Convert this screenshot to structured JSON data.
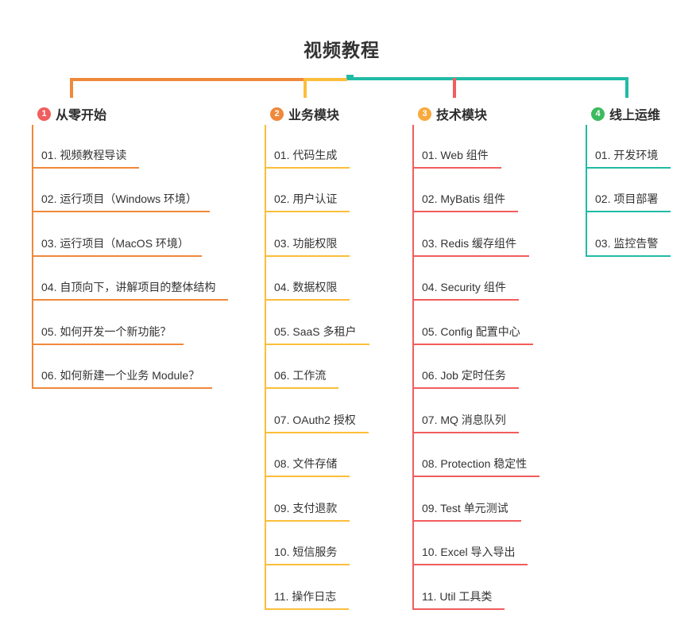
{
  "title": "视频教程",
  "branches": [
    {
      "number": "1",
      "label": "从零开始",
      "badge_color": "#F25D5D",
      "line_color": "#F0883A",
      "items": [
        "01. 视频教程导读",
        "02. 运行项目（Windows 环境）",
        "03. 运行项目（MacOS 环境）",
        "04. 自顶向下，讲解项目的整体结构",
        "05. 如何开发一个新功能？",
        "06. 如何新建一个业务 Module？"
      ]
    },
    {
      "number": "2",
      "label": "业务模块",
      "badge_color": "#F0883A",
      "line_color": "#FBBE3A",
      "items": [
        "01. 代码生成",
        "02. 用户认证",
        "03. 功能权限",
        "04. 数据权限",
        "05. SaaS 多租户",
        "06. 工作流",
        "07. OAuth2 授权",
        "08. 文件存储",
        "09. 支付退款",
        "10. 短信服务",
        "11. 操作日志"
      ]
    },
    {
      "number": "3",
      "label": "技术模块",
      "badge_color": "#F9A93D",
      "line_color": "#F25D5D",
      "items": [
        "01. Web 组件",
        "02. MyBatis 组件",
        "03. Redis 缓存组件",
        "04. Security 组件",
        "05. Config 配置中心",
        "06. Job 定时任务",
        "07. MQ 消息队列",
        "08. Protection 稳定性",
        "09. Test 单元测试",
        "10. Excel 导入导出",
        "11. Util 工具类"
      ]
    },
    {
      "number": "4",
      "label": "线上运维",
      "badge_color": "#3CBA5F",
      "line_color": "#20BBA6",
      "items": [
        "01. 开发环境",
        "02. 项目部署",
        "03. 监控告警"
      ]
    }
  ]
}
